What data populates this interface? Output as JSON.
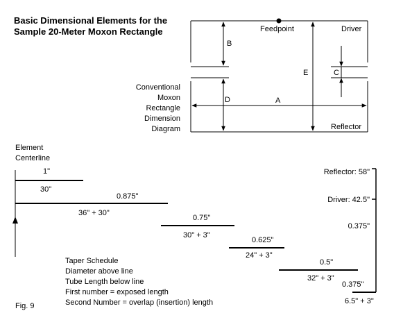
{
  "title": {
    "line1": "Basic Dimensional Elements for the",
    "line2": "Sample 20-Meter Moxon Rectangle"
  },
  "moxon": {
    "feedpoint": "Feedpoint",
    "driver": "Driver",
    "reflector": "Reflector",
    "label_a": "A",
    "label_b": "B",
    "label_c": "C",
    "label_d": "D",
    "label_e": "E",
    "caption": [
      "Conventional",
      "Moxon",
      "Rectangle",
      "Dimension",
      "Diagram"
    ]
  },
  "element": {
    "heading1": "Element",
    "heading2": "Centerline"
  },
  "sections": [
    {
      "diameter": "1\"",
      "length": "30\""
    },
    {
      "diameter": "0.875\"",
      "length": "36\" + 30\""
    },
    {
      "diameter": "0.75\"",
      "length": "30\" + 3\""
    },
    {
      "diameter": "0.625\"",
      "length": "24\" + 3\""
    },
    {
      "diameter": "0.5\"",
      "length": "32\" + 3\""
    },
    {
      "diameter": "0.375\"",
      "length": "6.5\" + 3\""
    }
  ],
  "side": {
    "reflector": "Reflector: 58\"",
    "driver": "Driver: 42.5\"",
    "diameter": "0.375\""
  },
  "taper": {
    "line1": "Taper Schedule",
    "line2": "Diameter above line",
    "line3": "Tube Length below line",
    "line4": "First number = exposed length",
    "line5": "Second Number = overlap (insertion) length"
  },
  "fig": "Fig. 9"
}
